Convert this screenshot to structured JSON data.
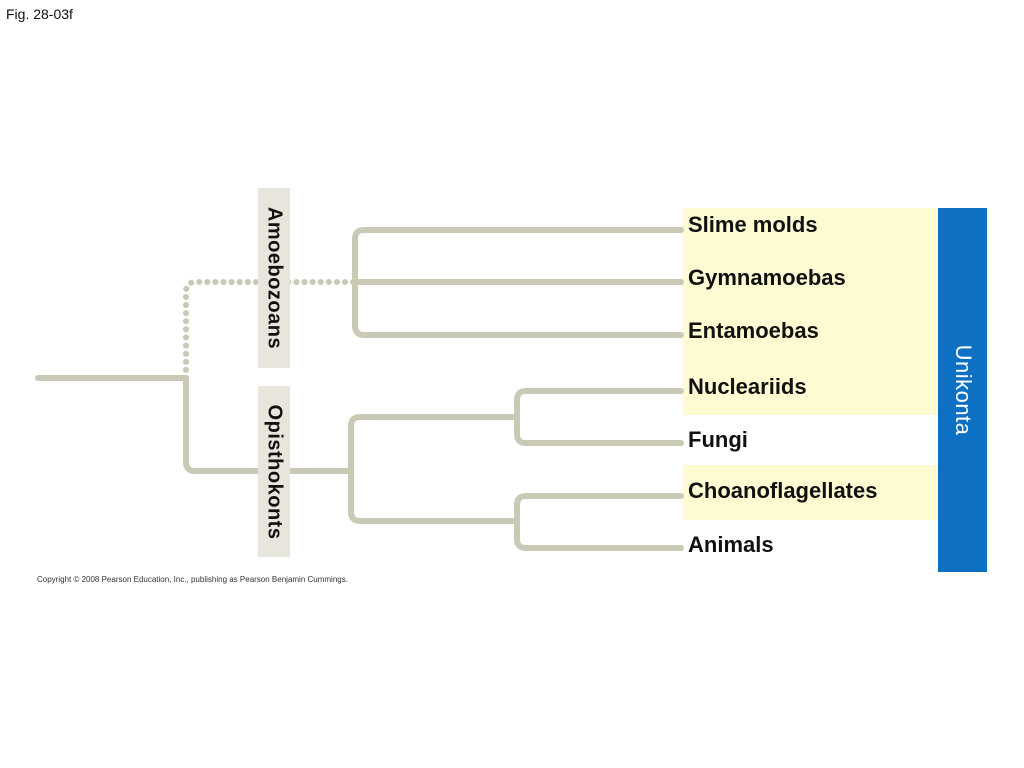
{
  "figure_label": "Fig. 28-03f",
  "copyright": "Copyright © 2008 Pearson Education, Inc., publishing as Pearson Benjamin Cummings.",
  "colors": {
    "branch": "#c9c9b6",
    "highlight": "#fefbd3",
    "clade_label_bg": "#e8e6dc",
    "group_bar": "#0d70c2"
  },
  "clades": {
    "amoebozoans": "Amoebozoans",
    "opisthokonts": "Opisthokonts"
  },
  "taxa": {
    "slime_molds": "Slime molds",
    "gymnamoebas": "Gymnamoebas",
    "entamoebas": "Entamoebas",
    "nucleariids": "Nucleariids",
    "fungi": "Fungi",
    "choanoflagellates": "Choanoflagellates",
    "animals": "Animals"
  },
  "group": {
    "label": "Unikonta"
  },
  "branches": {
    "amoebozoan_stem_uncertain": true
  }
}
